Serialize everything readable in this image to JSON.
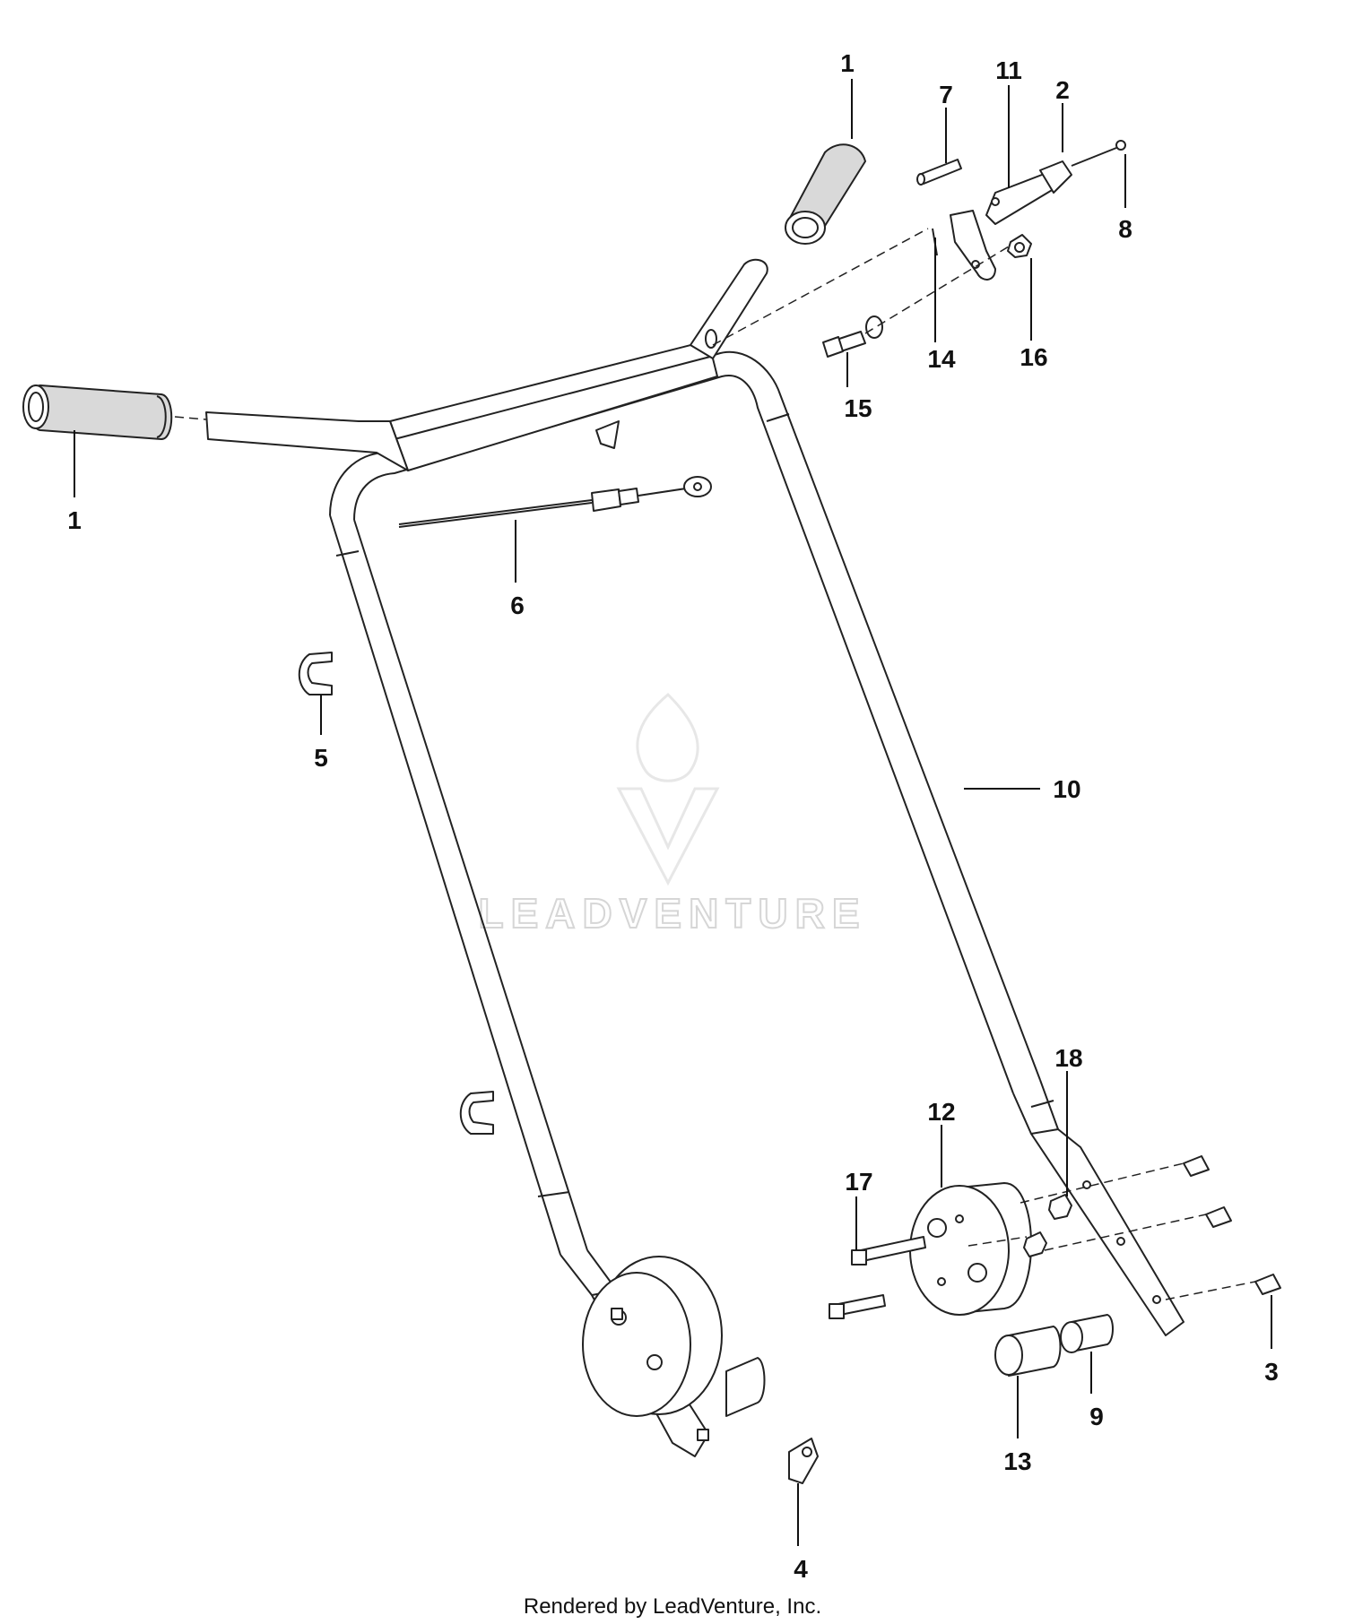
{
  "callouts": [
    {
      "id": "c1a",
      "label": "1"
    },
    {
      "id": "c1b",
      "label": "1"
    },
    {
      "id": "c2",
      "label": "2"
    },
    {
      "id": "c3",
      "label": "3"
    },
    {
      "id": "c4",
      "label": "4"
    },
    {
      "id": "c5",
      "label": "5"
    },
    {
      "id": "c6",
      "label": "6"
    },
    {
      "id": "c7",
      "label": "7"
    },
    {
      "id": "c8",
      "label": "8"
    },
    {
      "id": "c9",
      "label": "9"
    },
    {
      "id": "c10",
      "label": "10"
    },
    {
      "id": "c11",
      "label": "11"
    },
    {
      "id": "c12",
      "label": "12"
    },
    {
      "id": "c13",
      "label": "13"
    },
    {
      "id": "c14",
      "label": "14"
    },
    {
      "id": "c15",
      "label": "15"
    },
    {
      "id": "c16",
      "label": "16"
    },
    {
      "id": "c17",
      "label": "17"
    },
    {
      "id": "c18",
      "label": "18"
    }
  ],
  "watermark": {
    "text": "LEADVENTURE"
  },
  "footer": {
    "text": "Rendered by LeadVenture, Inc."
  }
}
